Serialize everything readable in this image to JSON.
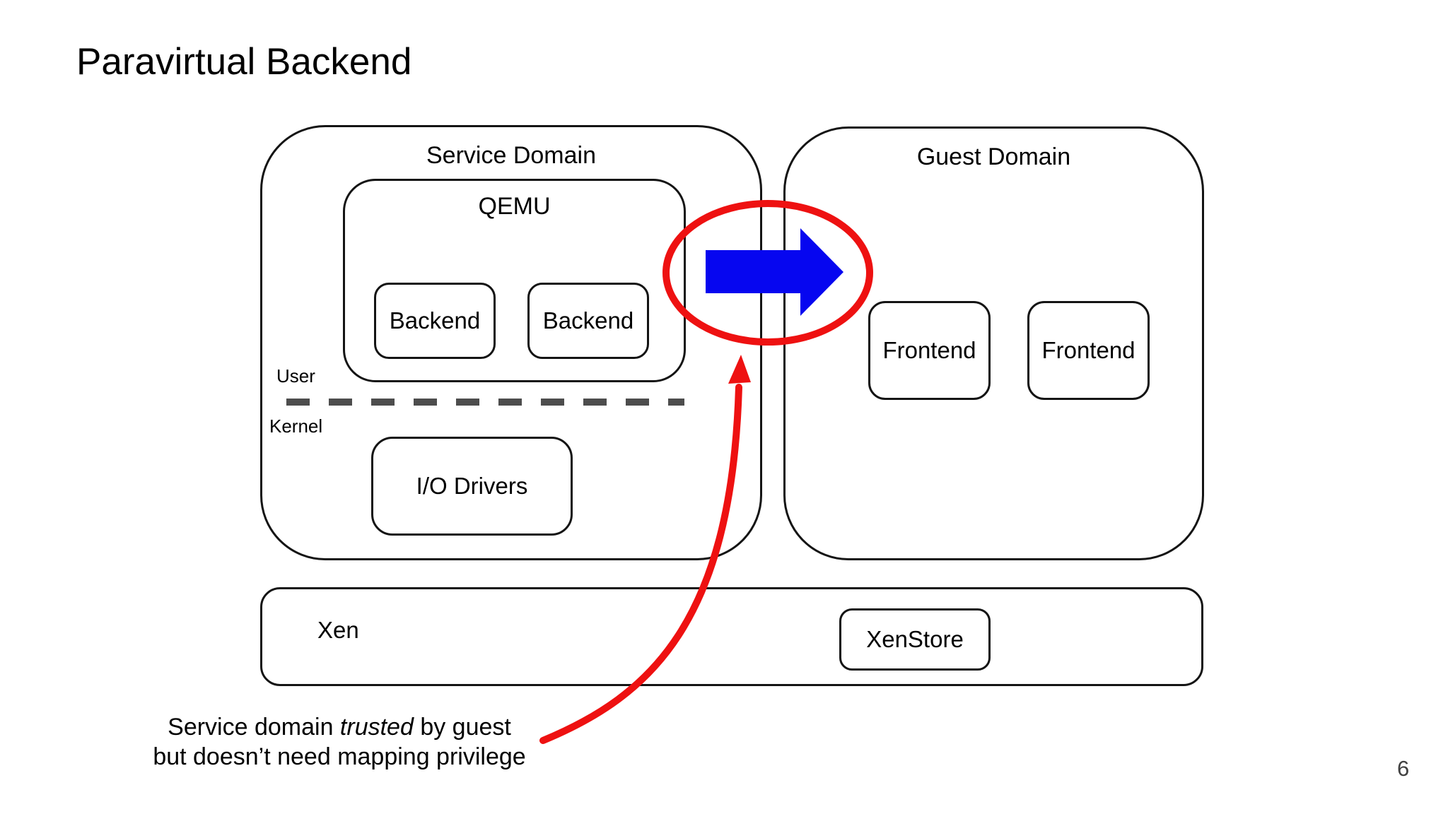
{
  "slide": {
    "title": "Paravirtual Backend",
    "page_number": "6"
  },
  "service_domain": {
    "label": "Service Domain",
    "user_label": "User",
    "kernel_label": "Kernel",
    "qemu": {
      "label": "QEMU",
      "backends": [
        "Backend",
        "Backend"
      ]
    },
    "io_drivers_label": "I/O Drivers"
  },
  "guest_domain": {
    "label": "Guest Domain",
    "frontends": [
      "Frontend",
      "Frontend"
    ]
  },
  "xen": {
    "label": "Xen",
    "xenstore_label": "XenStore"
  },
  "annotation": {
    "line1_pre": "Service domain ",
    "line1_italic": "trusted",
    "line1_post": " by guest",
    "line2": "but doesn’t need mapping privilege"
  },
  "colors": {
    "arrow_blue": "#0606F0",
    "highlight_red": "#EE1111",
    "box_border_black": "#141414",
    "dash_gray": "#4d4d4d",
    "page_number_gray": "#414141"
  }
}
